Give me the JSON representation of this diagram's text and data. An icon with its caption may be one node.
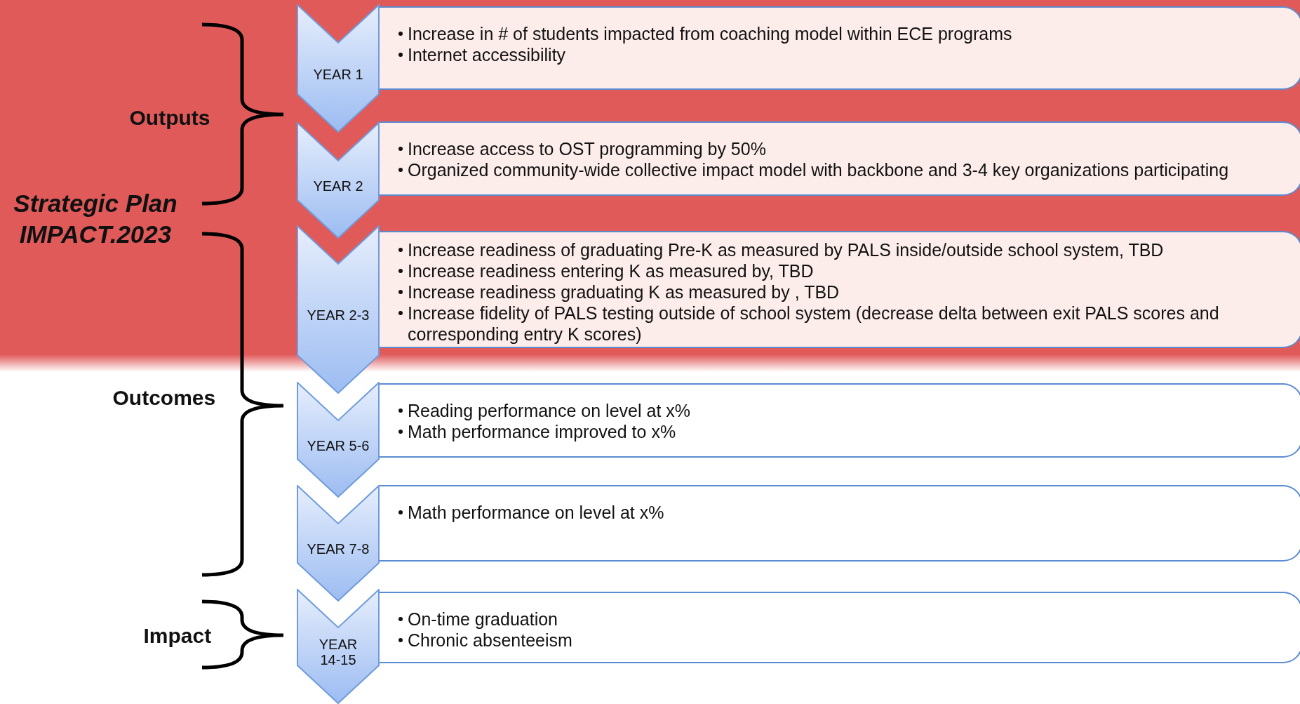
{
  "diagram": {
    "nodes": [
      {
        "text": [
          "YEAR 1"
        ]
      },
      {
        "text": [
          "Increase in # of students impacted from coaching model within ECE programs",
          "Internet accessibility"
        ]
      },
      {
        "text": [
          "YEAR 2"
        ]
      },
      {
        "text": [
          "Increase access to OST programming by 50%",
          "Organized community-wide collective impact model with backbone and 3-4 key organizations participating"
        ]
      },
      {
        "text": [
          "YEAR 2-3"
        ]
      },
      {
        "text": [
          "Increase readiness of graduating Pre-K as measured by PALS inside/outside school system, TBD",
          "Increase readiness entering K as measured by, TBD",
          "Increase readiness graduating K as measured by , TBD",
          "Increase fidelity of PALS testing outside of school system (decrease delta between exit PALS scores and corresponding entry K scores)"
        ]
      },
      {
        "text": [
          "YEAR 5-6"
        ]
      },
      {
        "text": [
          "Reading performance on level at x%",
          "Math performance improved to x%"
        ]
      },
      {
        "text": [
          "YEAR 7-8"
        ]
      },
      {
        "text": [
          "Math performance on level at x%"
        ]
      },
      {
        "text": [
          "YEAR 14-15"
        ]
      },
      {
        "text": [
          "On-time graduation",
          "Chronic absenteeism"
        ]
      }
    ],
    "edges": [],
    "labels": [
      "Outputs",
      "Strategic Plan IMPACT.2023",
      "Outcomes",
      "Impact"
    ]
  }
}
